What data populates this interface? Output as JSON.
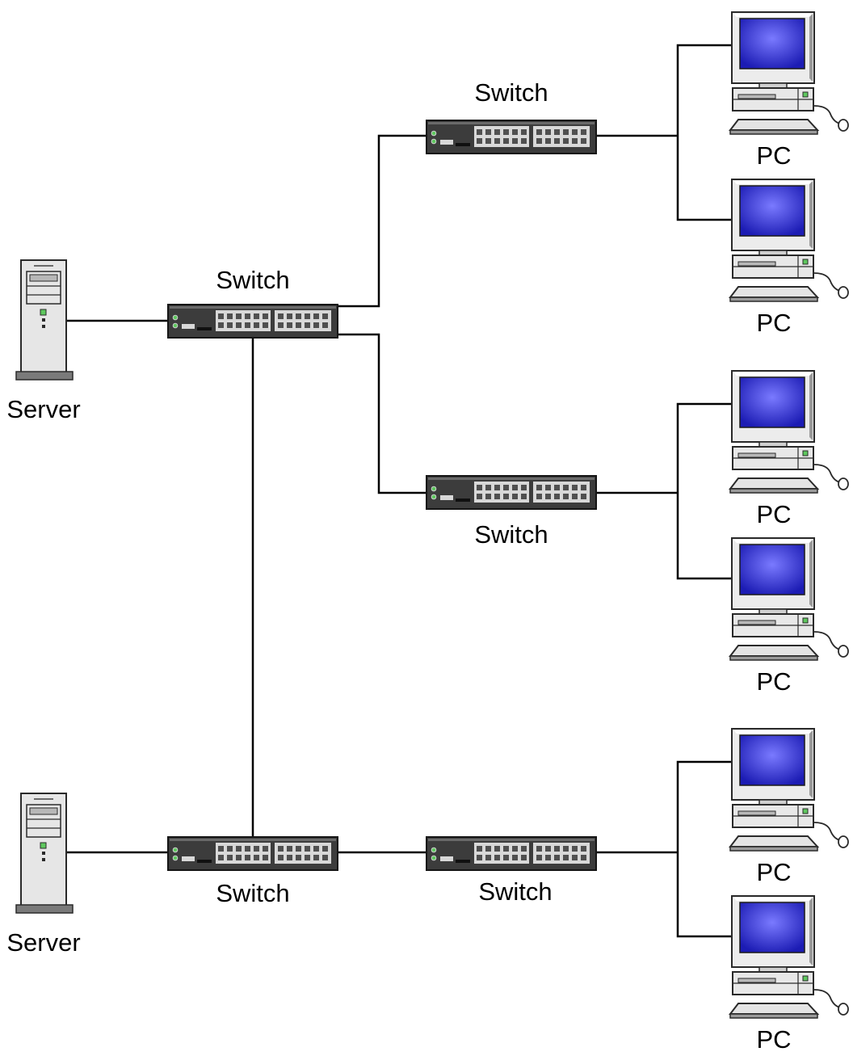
{
  "labels": {
    "switch": "Switch",
    "pc": "PC",
    "server": "Server"
  },
  "devices": {
    "servers": [
      {
        "id": "server-1",
        "label": "Server"
      },
      {
        "id": "server-2",
        "label": "Server"
      }
    ],
    "switches": [
      {
        "id": "switch-core-top",
        "label": "Switch"
      },
      {
        "id": "switch-top-right",
        "label": "Switch"
      },
      {
        "id": "switch-middle-right",
        "label": "Switch"
      },
      {
        "id": "switch-core-bottom",
        "label": "Switch"
      },
      {
        "id": "switch-bottom-right",
        "label": "Switch"
      }
    ],
    "pcs": [
      {
        "id": "pc-1",
        "label": "PC"
      },
      {
        "id": "pc-2",
        "label": "PC"
      },
      {
        "id": "pc-3",
        "label": "PC"
      },
      {
        "id": "pc-4",
        "label": "PC"
      },
      {
        "id": "pc-5",
        "label": "PC"
      },
      {
        "id": "pc-6",
        "label": "PC"
      }
    ]
  },
  "connections": [
    [
      "server-1",
      "switch-core-top"
    ],
    [
      "switch-core-top",
      "switch-top-right"
    ],
    [
      "switch-core-top",
      "switch-middle-right"
    ],
    [
      "switch-core-top",
      "switch-core-bottom"
    ],
    [
      "server-2",
      "switch-core-bottom"
    ],
    [
      "switch-core-bottom",
      "switch-bottom-right"
    ],
    [
      "switch-top-right",
      "pc-1"
    ],
    [
      "switch-top-right",
      "pc-2"
    ],
    [
      "switch-middle-right",
      "pc-3"
    ],
    [
      "switch-middle-right",
      "pc-4"
    ],
    [
      "switch-bottom-right",
      "pc-5"
    ],
    [
      "switch-bottom-right",
      "pc-6"
    ]
  ],
  "colors": {
    "switch_body": "#3c3c3c",
    "switch_port": "#d8d8d8",
    "pc_screen": "#2b2bd6",
    "pc_case": "#e8e8e8",
    "led_green": "#5ec85e",
    "server_case": "#e6e6e6"
  }
}
